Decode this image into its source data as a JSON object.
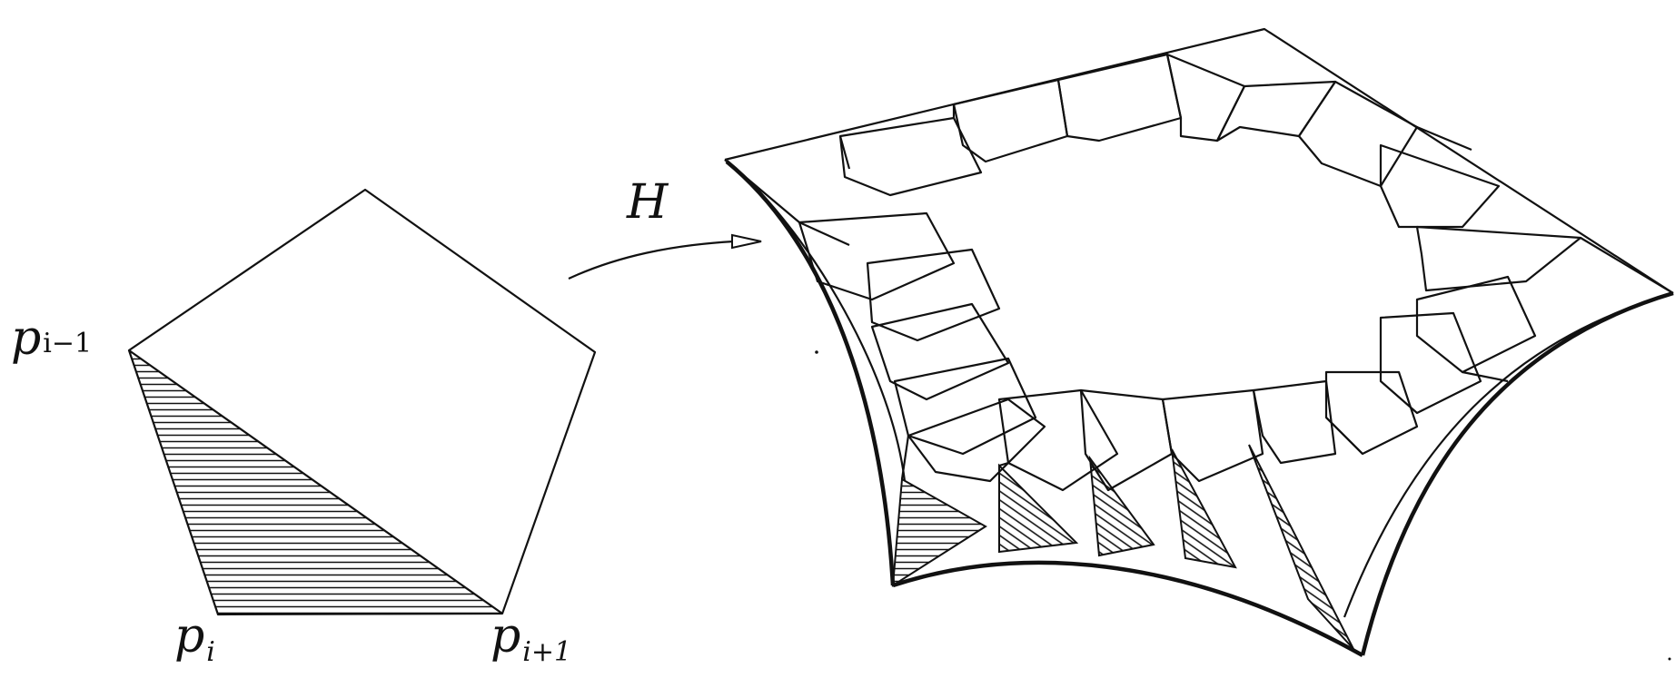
{
  "labels": {
    "p_prev": {
      "base": "p",
      "sub": "i−1"
    },
    "p_curr": {
      "base": "p",
      "sub": "i"
    },
    "p_next": {
      "base": "p",
      "sub": "i+1"
    },
    "map": "H"
  },
  "colors": {
    "ink": "#111111",
    "paper": "#ffffff"
  }
}
